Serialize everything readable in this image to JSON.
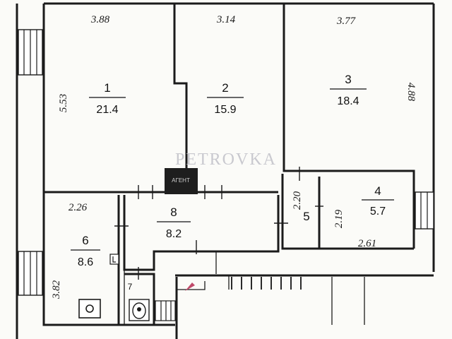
{
  "watermark": "PETROVKA",
  "agent_badge": "АГЕНТ",
  "rooms": [
    {
      "id": "room-1",
      "number": "1",
      "area": "21.4"
    },
    {
      "id": "room-2",
      "number": "2",
      "area": "15.9"
    },
    {
      "id": "room-3",
      "number": "3",
      "area": "18.4"
    },
    {
      "id": "room-4",
      "number": "4",
      "area": "5.7"
    },
    {
      "id": "room-5",
      "number": "5",
      "area": ""
    },
    {
      "id": "room-6",
      "number": "6",
      "area": "8.6"
    },
    {
      "id": "room-7",
      "number": "7",
      "area": ""
    },
    {
      "id": "room-8",
      "number": "8",
      "area": "8.2"
    }
  ],
  "dimensions": {
    "room1_width": "3.88",
    "room1_height": "5.53",
    "room2_width": "3.14",
    "room3_width": "3.77",
    "room3_height": "4.88",
    "room5_height": "2.20",
    "room4_height": "2.19",
    "room4_width": "2.61",
    "room6_width": "2.26",
    "room6_height": "3.82"
  },
  "colors": {
    "wall": "#1b1b1b",
    "background": "#fbfbf8",
    "stair": "#2a2a2a"
  }
}
